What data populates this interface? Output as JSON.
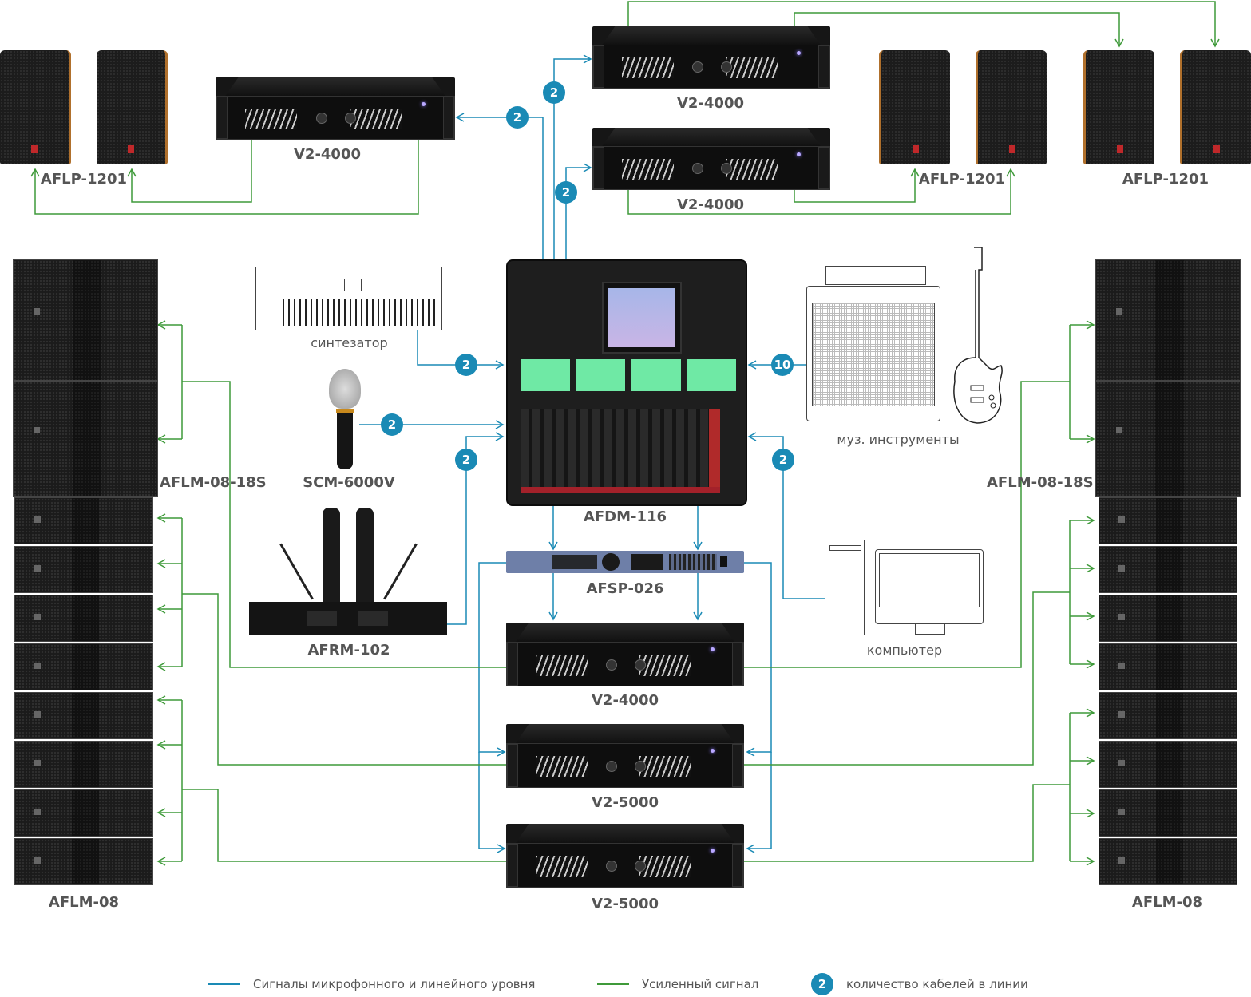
{
  "colors": {
    "signal_line": "#1a8ab5",
    "amplified_line": "#3f9a3a",
    "badge": "#1a8ab5",
    "label_text": "#555555"
  },
  "devices": {
    "mixer": {
      "label": "AFDM-116"
    },
    "processor": {
      "label": "AFSP-026"
    },
    "amp_top_left": {
      "label": "V2-4000"
    },
    "amp_top_right_1": {
      "label": "V2-4000"
    },
    "amp_top_right_2": {
      "label": "V2-4000"
    },
    "amp_bottom_1": {
      "label": "V2-4000"
    },
    "amp_bottom_2": {
      "label": "V2-5000"
    },
    "amp_bottom_3": {
      "label": "V2-5000"
    },
    "speakers_left_top": {
      "label": "AFLP-1201"
    },
    "speakers_right_mid": {
      "label": "AFLP-1201"
    },
    "speakers_right_far": {
      "label": "AFLP-1201"
    },
    "sub_left": {
      "label": "AFLM-08-18S"
    },
    "sub_right": {
      "label": "AFLM-08-18S"
    },
    "array_left": {
      "label": "AFLM-08"
    },
    "array_right": {
      "label": "AFLM-08"
    },
    "synth": {
      "label": "синтезатор"
    },
    "mic": {
      "label": "SCM-6000V"
    },
    "wireless": {
      "label": "AFRM-102"
    },
    "instruments": {
      "label": "муз. инструменты"
    },
    "computer": {
      "label": "компьютер"
    }
  },
  "badges": {
    "top_left_amp": "2",
    "top_right_amp_1": "2",
    "top_right_amp_2": "2",
    "synth": "2",
    "mic": "2",
    "wireless": "2",
    "instruments": "10",
    "computer": "2"
  },
  "legend": {
    "signal": "Сигналы микрофонного и линейного уровня",
    "amplified": "Усиленный сигнал",
    "badge_example": "2",
    "badge_meaning": "количество кабелей в линии"
  }
}
